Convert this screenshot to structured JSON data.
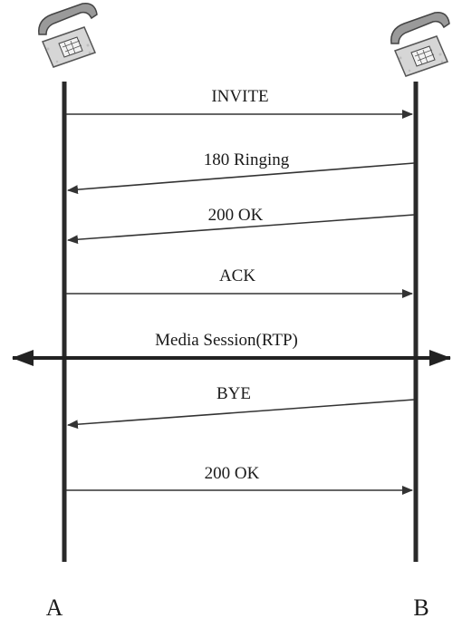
{
  "endpoints": {
    "left": {
      "label": "A",
      "icon": "telephone-icon"
    },
    "right": {
      "label": "B",
      "icon": "telephone-icon"
    }
  },
  "messages": [
    {
      "label": "INVITE",
      "direction": "A-to-B"
    },
    {
      "label": "180 Ringing",
      "direction": "B-to-A"
    },
    {
      "label": "200 OK",
      "direction": "B-to-A"
    },
    {
      "label": "ACK",
      "direction": "A-to-B"
    },
    {
      "label": "Media Session(RTP)",
      "direction": "bidirectional"
    },
    {
      "label": "BYE",
      "direction": "B-to-A"
    },
    {
      "label": "200 OK",
      "direction": "A-to-B"
    }
  ],
  "colors": {
    "line": "#333333",
    "phone": "#888888"
  }
}
